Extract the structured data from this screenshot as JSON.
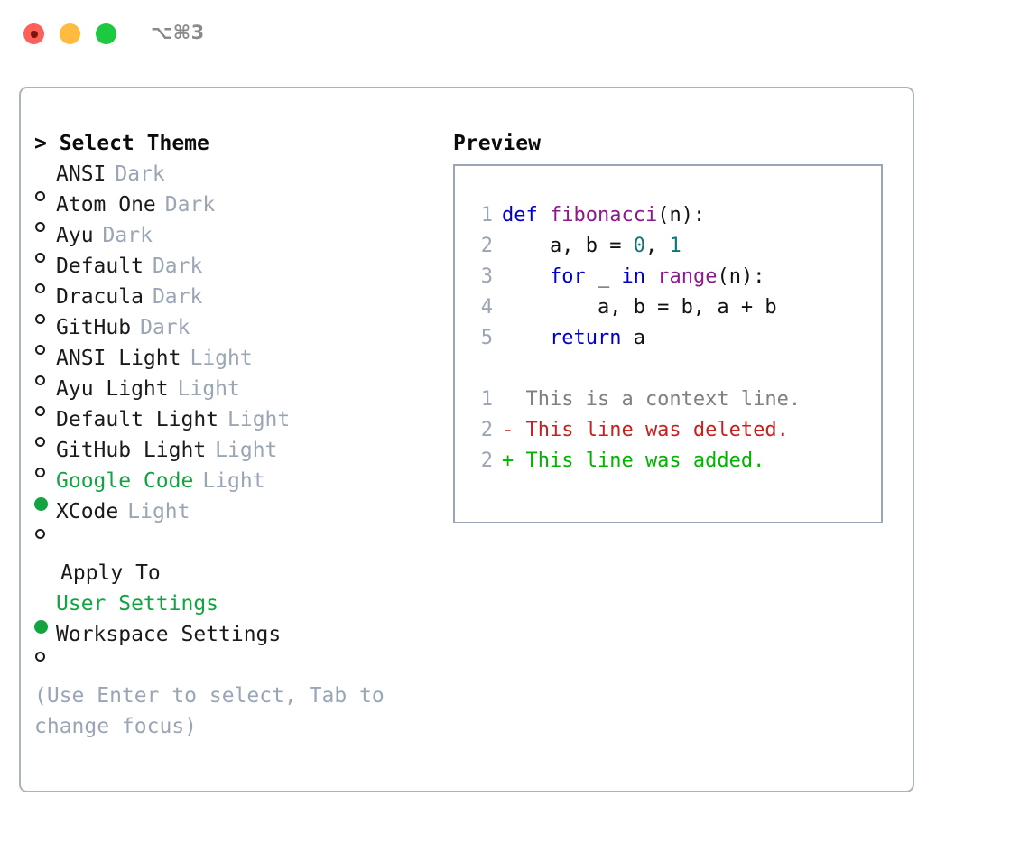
{
  "window": {
    "traffic_lights": [
      "close-red",
      "minimize-yellow",
      "maximize-green"
    ],
    "shortcut_label": "⌥⌘3"
  },
  "colors": {
    "selected_green": "#13a340",
    "muted_blue_gray": "#9aa5b5",
    "panel_border": "#aab3c0",
    "keyword_blue": "#0000c8",
    "function_purple": "#8b1a8b",
    "number_teal": "#0b7777",
    "diff_add_green": "#00b400",
    "diff_del_red": "#c81f1f",
    "diff_ctx_gray": "#808080"
  },
  "theme_picker": {
    "heading": "> Select Theme",
    "items": [
      {
        "name": "ANSI",
        "kind": "Dark",
        "selected": false
      },
      {
        "name": "Atom One",
        "kind": "Dark",
        "selected": false
      },
      {
        "name": "Ayu",
        "kind": "Dark",
        "selected": false
      },
      {
        "name": "Default",
        "kind": "Dark",
        "selected": false
      },
      {
        "name": "Dracula",
        "kind": "Dark",
        "selected": false
      },
      {
        "name": "GitHub",
        "kind": "Dark",
        "selected": false
      },
      {
        "name": "ANSI Light",
        "kind": "Light",
        "selected": false
      },
      {
        "name": "Ayu Light",
        "kind": "Light",
        "selected": false
      },
      {
        "name": "Default Light",
        "kind": "Light",
        "selected": false
      },
      {
        "name": "GitHub Light",
        "kind": "Light",
        "selected": false
      },
      {
        "name": "Google Code",
        "kind": "Light",
        "selected": true
      },
      {
        "name": "XCode",
        "kind": "Light",
        "selected": false
      }
    ]
  },
  "apply_to": {
    "label": "Apply To",
    "items": [
      {
        "name": "User Settings",
        "selected": true
      },
      {
        "name": "Workspace Settings",
        "selected": false
      }
    ]
  },
  "hint": "(Use Enter to select, Tab to change focus)",
  "preview": {
    "heading": "Preview",
    "code_lines": [
      {
        "no": "1",
        "tokens": [
          {
            "t": "def ",
            "c": "kw"
          },
          {
            "t": "fibonacci",
            "c": "fn"
          },
          {
            "t": "(n):",
            "c": "pl"
          }
        ]
      },
      {
        "no": "2",
        "tokens": [
          {
            "t": "    a, b = ",
            "c": "pl"
          },
          {
            "t": "0",
            "c": "num"
          },
          {
            "t": ", ",
            "c": "pl"
          },
          {
            "t": "1",
            "c": "num"
          }
        ]
      },
      {
        "no": "3",
        "tokens": [
          {
            "t": "    ",
            "c": "pl"
          },
          {
            "t": "for",
            "c": "kw"
          },
          {
            "t": " _ ",
            "c": "pl"
          },
          {
            "t": "in",
            "c": "kw"
          },
          {
            "t": " ",
            "c": "pl"
          },
          {
            "t": "range",
            "c": "fn"
          },
          {
            "t": "(n):",
            "c": "pl"
          }
        ]
      },
      {
        "no": "4",
        "tokens": [
          {
            "t": "        a, b = b, a + b",
            "c": "pl"
          }
        ]
      },
      {
        "no": "5",
        "tokens": [
          {
            "t": "    ",
            "c": "pl"
          },
          {
            "t": "return",
            "c": "kw"
          },
          {
            "t": " a",
            "c": "pl"
          }
        ]
      }
    ],
    "diff_lines": [
      {
        "no": "1",
        "text": "  This is a context line.",
        "kind": "ctx"
      },
      {
        "no": "2",
        "text": "- This line was deleted.",
        "kind": "del"
      },
      {
        "no": "2",
        "text": "+ This line was added.",
        "kind": "add"
      }
    ]
  }
}
